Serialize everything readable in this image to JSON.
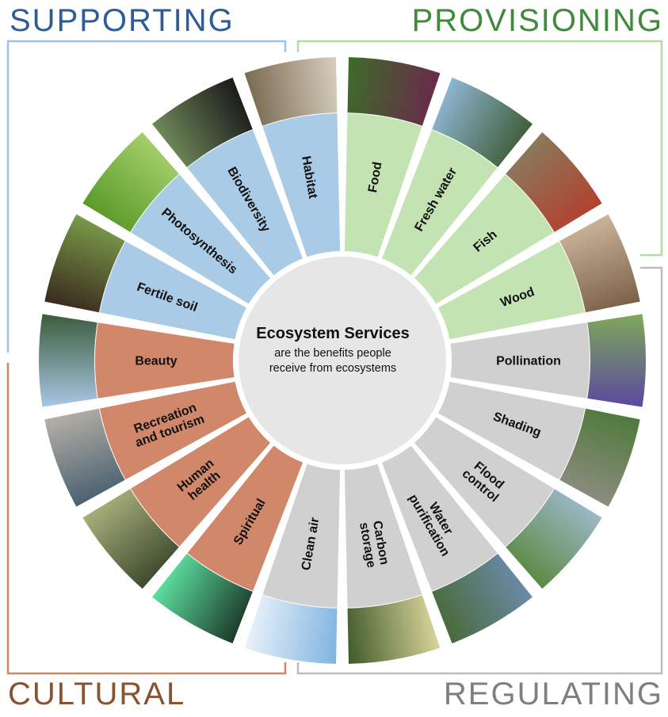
{
  "categories": {
    "supporting": {
      "title": "SUPPORTING",
      "color": "#2e5c97",
      "fill": "#a9cbe6",
      "frame": "#9ec2e3"
    },
    "provisioning": {
      "title": "PROVISIONING",
      "color": "#3f8a3c",
      "fill": "#c4e3b3",
      "frame": "#b6dba0"
    },
    "cultural": {
      "title": "CULTURAL",
      "color": "#8a5230",
      "fill": "#d1876a",
      "frame": "#c88a66"
    },
    "regulating": {
      "title": "REGULATING",
      "color": "#7f7f7f",
      "fill": "#d0d0d0",
      "frame": "#bdbdbd"
    }
  },
  "center": {
    "title": "Ecosystem Services",
    "subtitle_line1": "are the benefits people",
    "subtitle_line2": "receive from ecosystems"
  },
  "segments": [
    {
      "name": "food",
      "category": "provisioning",
      "lines": [
        "Food"
      ],
      "photo": "raspberries-photo",
      "photo_colors": [
        "#3d6b2a",
        "#6a2a4a"
      ]
    },
    {
      "name": "fresh-water",
      "category": "provisioning",
      "lines": [
        "Fresh water"
      ],
      "photo": "mountain-lake-photo",
      "photo_colors": [
        "#8fb6d3",
        "#3f5f3a"
      ]
    },
    {
      "name": "fish",
      "category": "provisioning",
      "lines": [
        "Fish"
      ],
      "photo": "salmon-photo",
      "photo_colors": [
        "#8a7a5c",
        "#b2412e"
      ]
    },
    {
      "name": "wood",
      "category": "provisioning",
      "lines": [
        "Wood"
      ],
      "photo": "lumber-photo",
      "photo_colors": [
        "#c9b49a",
        "#7b6048"
      ]
    },
    {
      "name": "pollination",
      "category": "regulating",
      "lines": [
        "Pollination"
      ],
      "photo": "bee-flower-photo",
      "photo_colors": [
        "#7ea85a",
        "#5b48a0"
      ]
    },
    {
      "name": "shading",
      "category": "regulating",
      "lines": [
        "Shading"
      ],
      "photo": "tree-shade-photo",
      "photo_colors": [
        "#4e7a3a",
        "#8c8c80"
      ]
    },
    {
      "name": "flood-control",
      "category": "regulating",
      "lines": [
        "Flood",
        "control"
      ],
      "photo": "river-valley-photo",
      "photo_colors": [
        "#9cb8c8",
        "#5d8a44"
      ]
    },
    {
      "name": "water-purification",
      "category": "regulating",
      "lines": [
        "Water",
        "purification"
      ],
      "photo": "wetland-photo",
      "photo_colors": [
        "#6a8aa8",
        "#4a6a3a"
      ]
    },
    {
      "name": "carbon-storage",
      "category": "regulating",
      "lines": [
        "Carbon",
        "storage"
      ],
      "photo": "forest-photo",
      "photo_colors": [
        "#d8d49a",
        "#3e5a2a"
      ]
    },
    {
      "name": "clean-air",
      "category": "regulating",
      "lines": [
        "Clean air"
      ],
      "photo": "sky-photo",
      "photo_colors": [
        "#7fb3e0",
        "#e8f2fa"
      ]
    },
    {
      "name": "spiritual",
      "category": "cultural",
      "lines": [
        "Spiritual"
      ],
      "photo": "aurora-photo",
      "photo_colors": [
        "#1c3a2a",
        "#5ee0a0"
      ]
    },
    {
      "name": "human-health",
      "category": "cultural",
      "lines": [
        "Human",
        "health"
      ],
      "photo": "forest-sitting-photo",
      "photo_colors": [
        "#3e4a2e",
        "#a8b07a"
      ]
    },
    {
      "name": "recreation-and-tourism",
      "category": "cultural",
      "lines": [
        "Recreation",
        "and tourism"
      ],
      "photo": "hikers-photo",
      "photo_colors": [
        "#4a6070",
        "#b5b0a6"
      ]
    },
    {
      "name": "beauty",
      "category": "cultural",
      "lines": [
        "Beauty"
      ],
      "photo": "snowy-mountain-photo",
      "photo_colors": [
        "#a9c6e4",
        "#3c5c3c"
      ]
    },
    {
      "name": "fertile-soil",
      "category": "supporting",
      "lines": [
        "Fertile soil"
      ],
      "photo": "seedling-soil-photo",
      "photo_colors": [
        "#3a2a1e",
        "#7a9a4a"
      ]
    },
    {
      "name": "photosynthesis",
      "category": "supporting",
      "lines": [
        "Photosynthesis"
      ],
      "photo": "green-leaf-photo",
      "photo_colors": [
        "#5a9a2a",
        "#a4cf6a"
      ]
    },
    {
      "name": "biodiversity",
      "category": "supporting",
      "lines": [
        "Biodiversity"
      ],
      "photo": "black-bear-photo",
      "photo_colors": [
        "#6f8a5a",
        "#1a1a1a"
      ]
    },
    {
      "name": "habitat",
      "category": "supporting",
      "lines": [
        "Habitat"
      ],
      "photo": "owl-photo",
      "photo_colors": [
        "#7a6a50",
        "#d8cfc0"
      ]
    }
  ]
}
